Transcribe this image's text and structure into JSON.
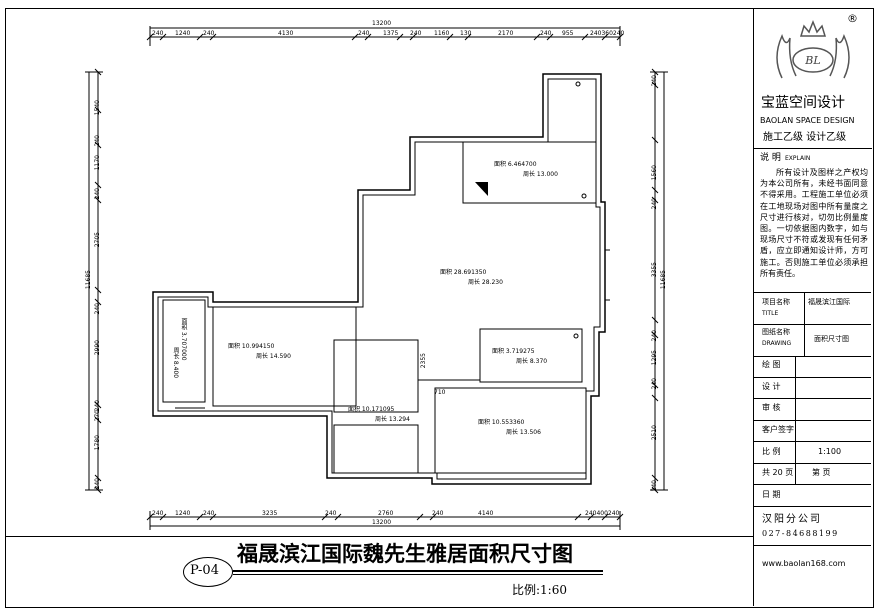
{
  "drawing": {
    "top_total": "13200",
    "bottom_total": "13200",
    "top_dims": [
      "240",
      "1240",
      "240",
      "4130",
      "240",
      "1375",
      "240",
      "1160",
      "130",
      "2170",
      "240",
      "955",
      "240360240"
    ],
    "bottom_dims": [
      "240",
      "1240",
      "240",
      "3235",
      "240",
      "2760",
      "240",
      "4140",
      "240400240"
    ],
    "left_total": "11685",
    "right_total": "11685",
    "left_dims": [
      "1540",
      "240",
      "1170",
      "240",
      "2705",
      "240",
      "2990",
      "240",
      "270",
      "1780",
      "240"
    ],
    "right_dims": [
      "240",
      "1560",
      "240",
      "3355",
      "240",
      "1295",
      "240",
      "2510",
      "240"
    ],
    "small_dims": [
      "2355",
      "710"
    ],
    "rooms": [
      {
        "area": "面积   6.464700",
        "perimeter": "周长   13.000"
      },
      {
        "area": "面积   28.691350",
        "perimeter": "周长   28.230"
      },
      {
        "area": "面积   10.994150",
        "perimeter": "周长   14.590"
      },
      {
        "area": "面积   3.707000",
        "perimeter": "周长   8.400"
      },
      {
        "area": "面积   3.719275",
        "perimeter": "周长   8.370"
      },
      {
        "area": "面积   10.171095",
        "perimeter": "周长   13.294"
      },
      {
        "area": "面积   10.553360",
        "perimeter": "周长   13.506"
      }
    ]
  },
  "footer": {
    "page_code": "P-04",
    "title": "福晟滨江国际魏先生雅居面积尺寸图",
    "scale": "比例:1:60"
  },
  "titleblock": {
    "logo_letters": "BL",
    "registered_mark": "®",
    "company_cn": "宝蓝空间设计",
    "company_en": "BAOLAN SPACE DESIGN",
    "grade": "施工乙级  设计乙级",
    "explain_heading": "说  明",
    "explain_en": "EXPLAIN",
    "explain_text": "所有设计及图样之产权均为本公司所有，未经书面同意不得采用。工程施工单位必须在工地现场对图中所有量度之尺寸进行核对，切勿比例量度图。一切依据图内数字，如与现场尺寸不符或发现有任何矛盾，应立即通知设计师，方可施工。否则施工单位必须承担所有责任。",
    "title_label": "项目名称",
    "title_label_en": "TITLE",
    "title_value": "福晟滨江国际",
    "drawing_label": "图纸名称",
    "drawing_label_en": "DRAWING",
    "drawing_value": "面积尺寸图",
    "rows": [
      "绘    图",
      "设    计",
      "审    核",
      "客户签字"
    ],
    "scale_label": "比    例",
    "scale_value": "1:100",
    "pages_label": "共 20 页",
    "page_label": "第        页",
    "date_label": "日    期",
    "branch": "汉阳分公司",
    "phone": "027-84688199",
    "website": "www.baolan168.com"
  }
}
